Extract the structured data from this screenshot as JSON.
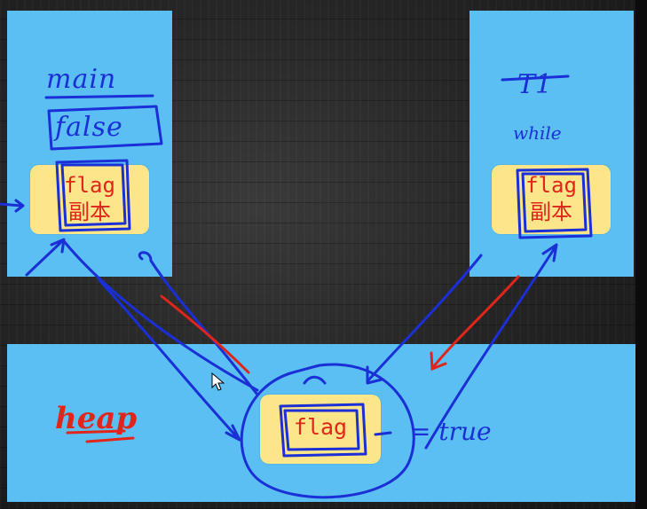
{
  "panels": {
    "main": {
      "thread_label": "main",
      "value_note": "false",
      "copy_line1": "flag",
      "copy_line2": "副本"
    },
    "t1": {
      "thread_label": "T1",
      "loop_note": "while",
      "copy_line1": "flag",
      "copy_line2": "副本"
    },
    "heap": {
      "label": "heap",
      "var_name": "flag",
      "assigned": "= true"
    }
  },
  "colors": {
    "panel": "#5bbff3",
    "var_box": "#fde68a",
    "var_text": "#e0261b",
    "ink_blue": "#1a2fd6",
    "ink_red": "#e0261b",
    "board": "#262626"
  },
  "icons": {
    "cursor": "mouse-pointer-icon"
  }
}
